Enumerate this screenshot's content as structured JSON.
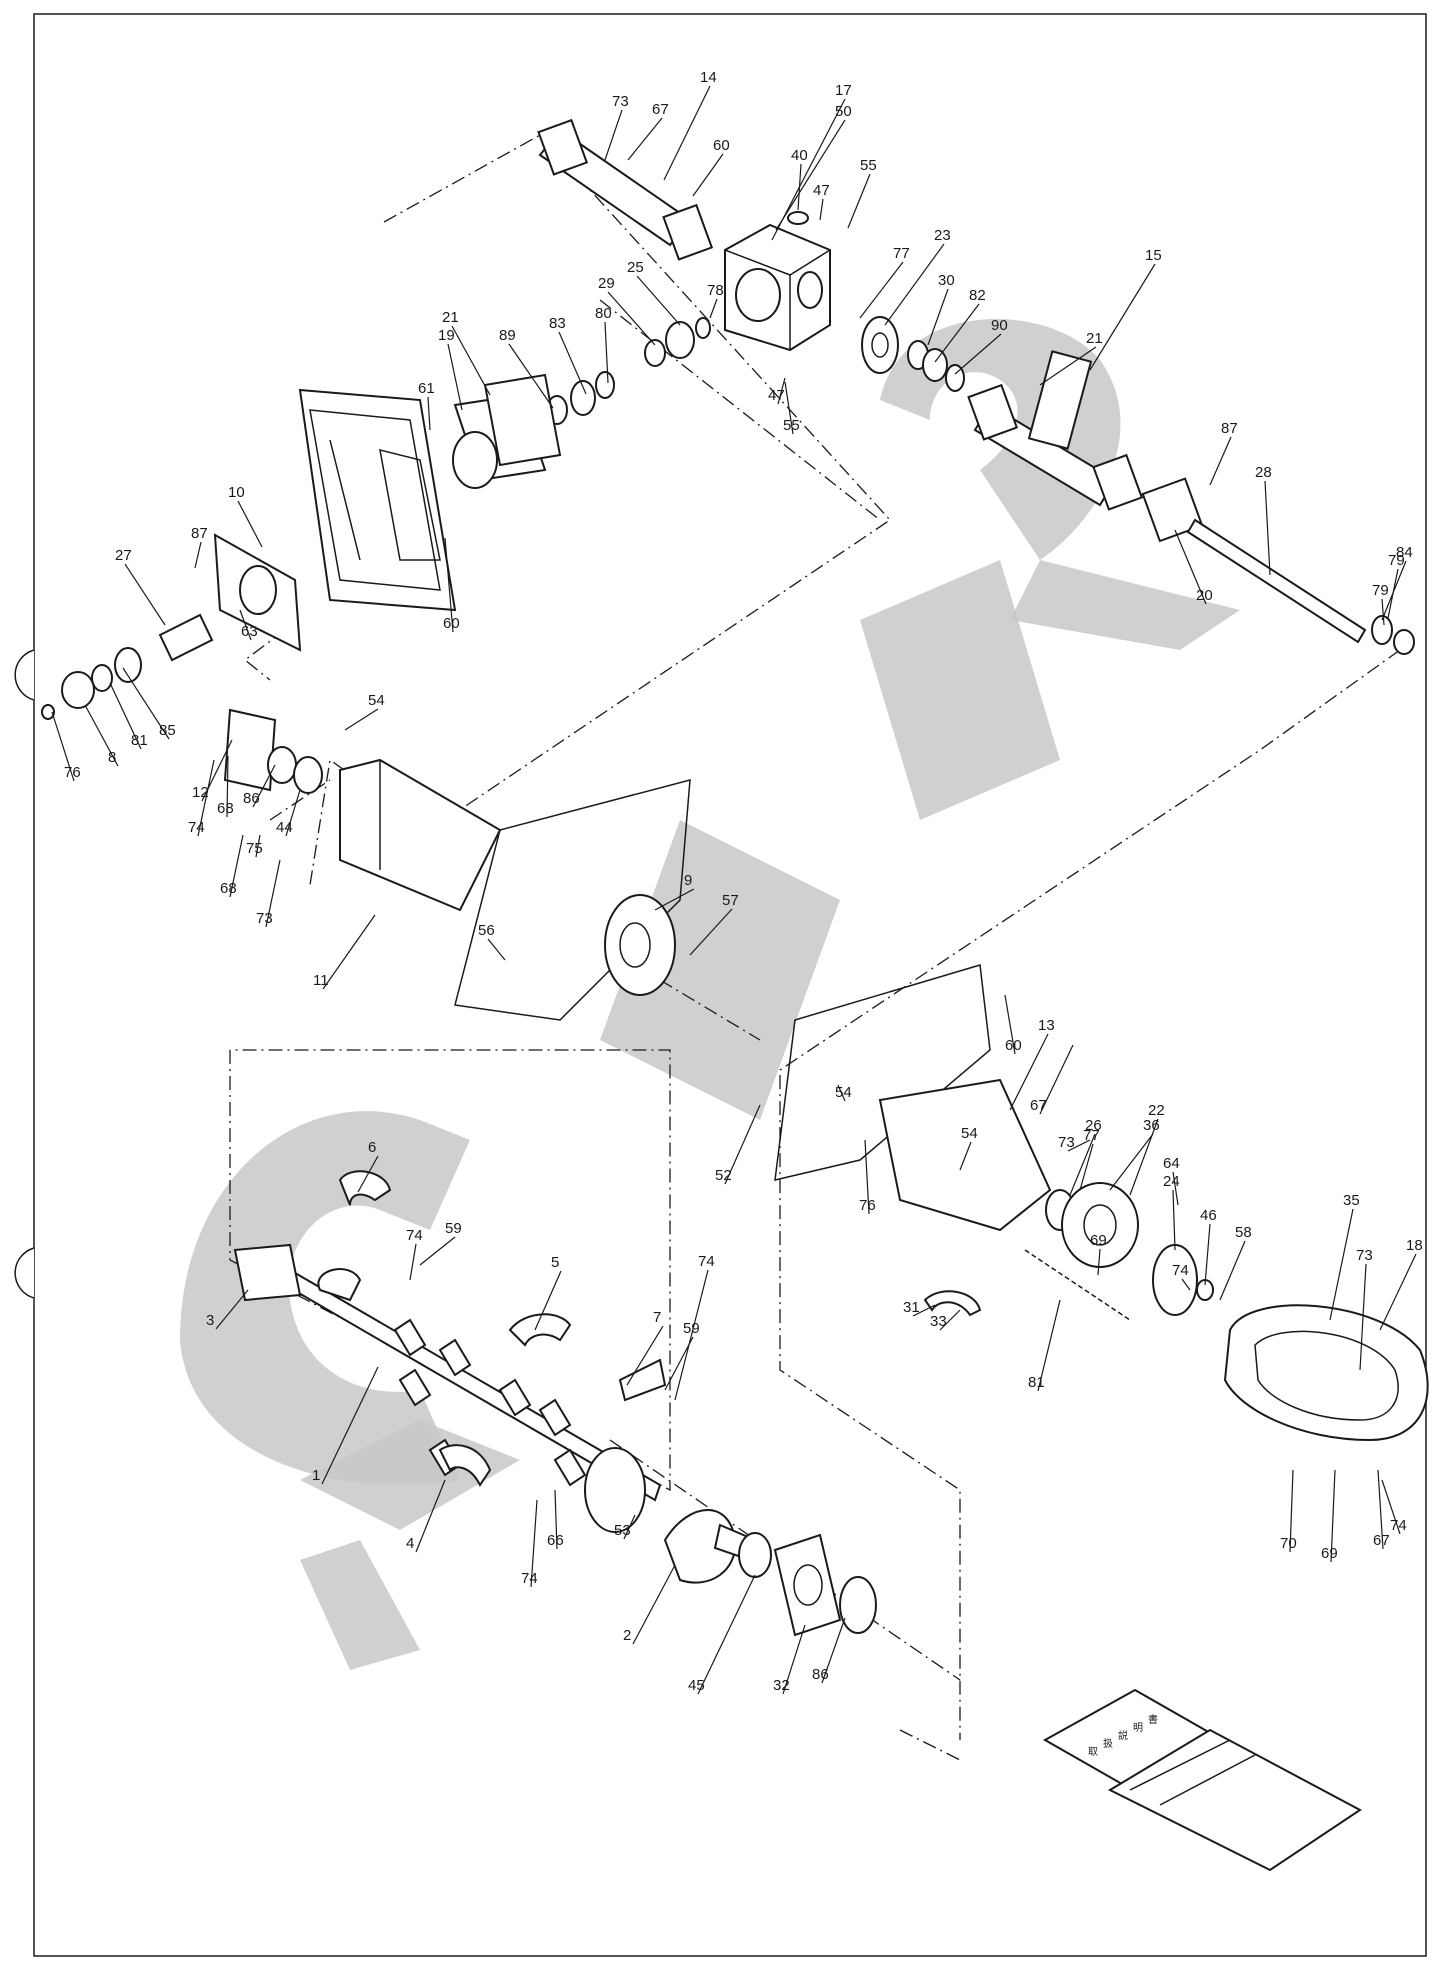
{
  "diagram": {
    "callouts": [
      "1",
      "2",
      "3",
      "4",
      "5",
      "6",
      "7",
      "8",
      "9",
      "10",
      "11",
      "12",
      "13",
      "14",
      "15",
      "17",
      "18",
      "19",
      "20",
      "21",
      "21",
      "22",
      "23",
      "24",
      "25",
      "26",
      "27",
      "28",
      "29",
      "30",
      "31",
      "32",
      "33",
      "35",
      "36",
      "40",
      "44",
      "45",
      "46",
      "47",
      "47",
      "50",
      "52",
      "53",
      "54",
      "54",
      "54",
      "55",
      "55",
      "56",
      "57",
      "58",
      "59",
      "59",
      "60",
      "60",
      "60",
      "61",
      "63",
      "64",
      "66",
      "67",
      "67",
      "67",
      "68",
      "68",
      "69",
      "69",
      "70",
      "73",
      "73",
      "73",
      "73",
      "74",
      "74",
      "74",
      "74",
      "74",
      "74",
      "75",
      "76",
      "76",
      "77",
      "77",
      "78",
      "79",
      "79",
      "80",
      "81",
      "81",
      "82",
      "83",
      "84",
      "85",
      "86",
      "86",
      "87",
      "87",
      "89",
      "90"
    ],
    "manual_cover_marks": [
      "取",
      "扱",
      "説",
      "明",
      "書"
    ],
    "colors": {
      "line": "#1a1a1a",
      "watermark": "#c8c8c8",
      "background": "#ffffff"
    }
  }
}
